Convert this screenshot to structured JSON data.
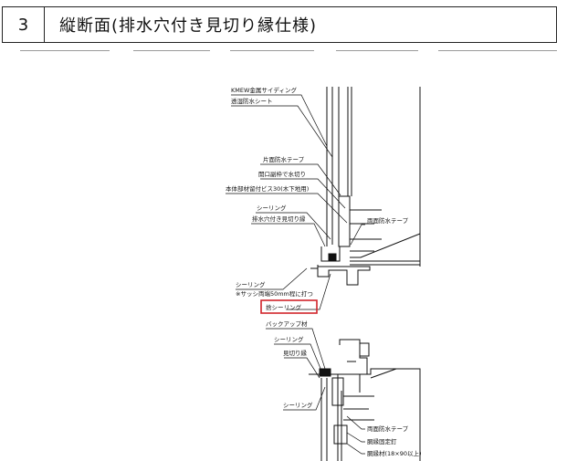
{
  "header": {
    "section_number": "3",
    "title": "縦断面(排水穴付き見切り縁仕様)"
  },
  "upper_labels": {
    "siding": "KMEW金属サイディング",
    "sheet": "透湿防水シート",
    "tape_one_side": "片面防水テープ",
    "opening_drip": "開口副枠で水切り",
    "screw": "本体部材留付ビス30(木下地用)",
    "sealing_1": "シーリング",
    "drain_trim": "排水穴付き見切り縁",
    "tape_both_sides": "両面防水テープ",
    "sealing_2": "シーリング",
    "sealing_note": "※サッシ両端50mm程に打つ",
    "highlight_label": "捨シーリング"
  },
  "lower_labels": {
    "backup": "バックアップ材",
    "sealing": "シーリング",
    "trim": "見切り縁",
    "sealing_lower": "シーリング",
    "tape_both_sides": "両面防水テープ",
    "fixing_nail": "胴縁固定釘",
    "furring": "胴縁材(18×90以上)"
  },
  "colors": {
    "line": "#111111",
    "highlight": "#d0242b",
    "dash": "#999999"
  }
}
